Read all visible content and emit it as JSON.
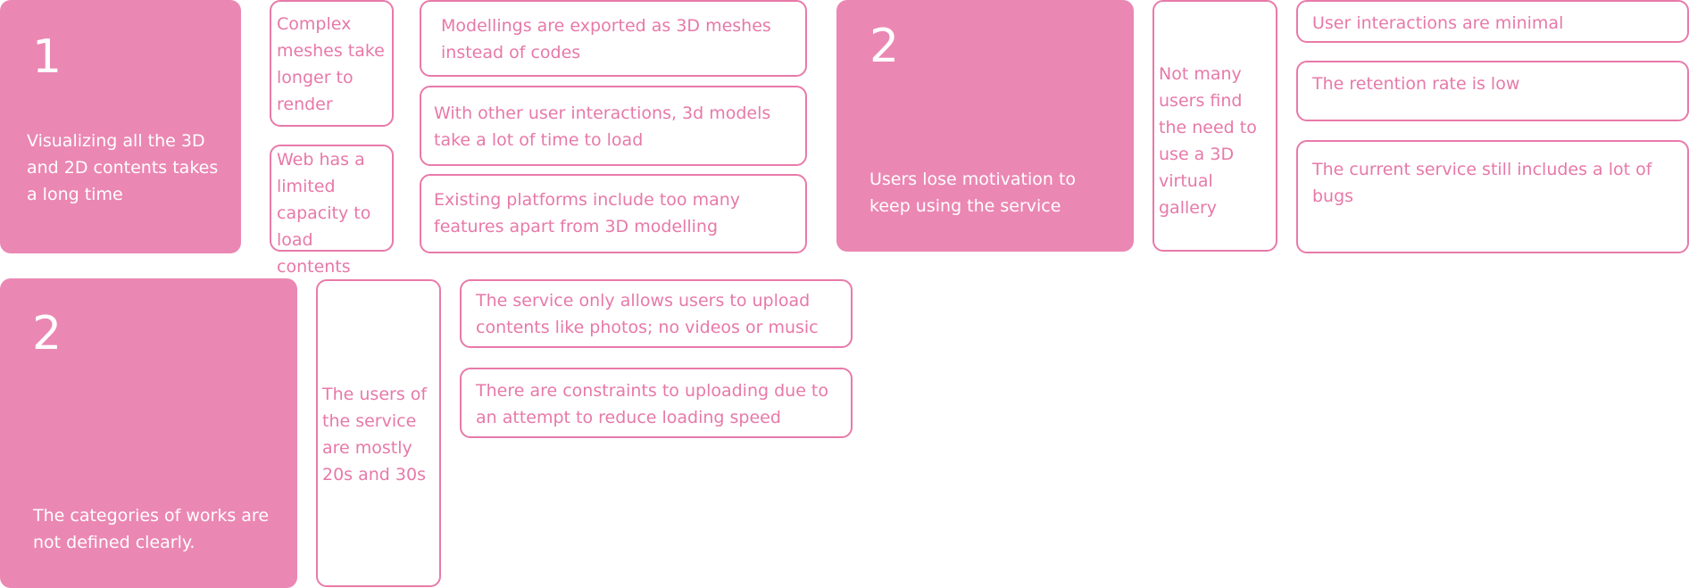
{
  "colors": {
    "card_fill": "#eb87b3",
    "note_border": "#e87aa9",
    "note_text": "#e779a8"
  },
  "clusters": [
    {
      "number": "1",
      "statement": "Visualizing all the 3D and 2D contents takes a long time",
      "notes": [
        "Complex meshes take longer to render",
        "Web has a limited capacity to load contents",
        "Modellings are exported as 3D meshes instead of codes",
        "With other user interactions, 3d models take a lot of time to load",
        "Existing platforms include too many features apart from 3D modelling"
      ]
    },
    {
      "number": "2",
      "statement": "Users lose motivation to keep using the service",
      "notes": [
        "Not many users find the need to use a 3D virtual gallery",
        "User interactions are minimal",
        "The retention rate is low",
        "The current service still includes a lot of bugs"
      ]
    },
    {
      "number": "2",
      "statement": "The categories of works are not defined clearly.",
      "notes": [
        "The users of the service are mostly 20s and 30s",
        "The service only allows users to upload contents like photos; no videos or music",
        "There are constraints to uploading due to an attempt to reduce loading speed"
      ]
    }
  ]
}
